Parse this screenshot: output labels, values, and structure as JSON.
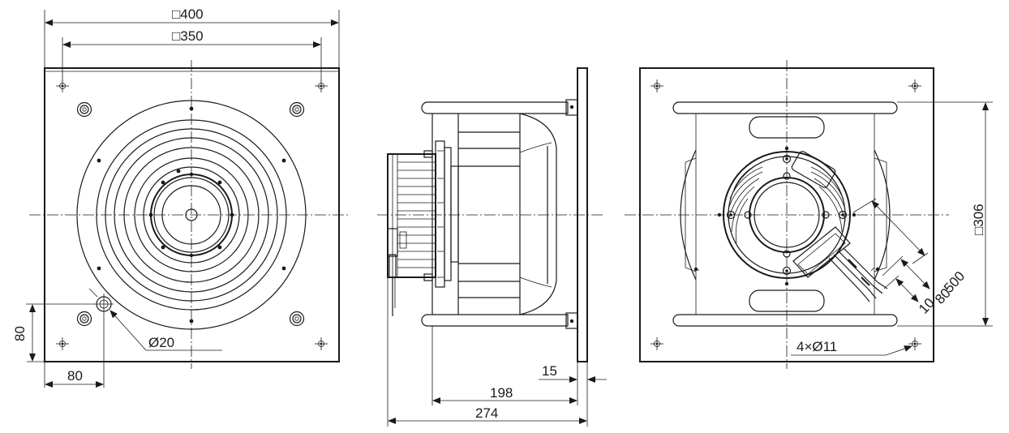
{
  "front_view": {
    "frame_outer": "□400",
    "hole_pitch": "□350",
    "hole_offset_vertical": "80",
    "hole_offset_horizontal": "80",
    "cable_gland": "Ø20"
  },
  "side_view": {
    "flange_thickness": "15",
    "impeller_depth": "198",
    "overall_depth": "274"
  },
  "rear_view": {
    "inlet_size": "□306",
    "mounting_holes": "4×Ø11",
    "cable_length": "500",
    "strip_length": "80",
    "wire_strip": "10"
  },
  "colors": {
    "line": "#1a1a1a",
    "background": "#ffffff"
  }
}
